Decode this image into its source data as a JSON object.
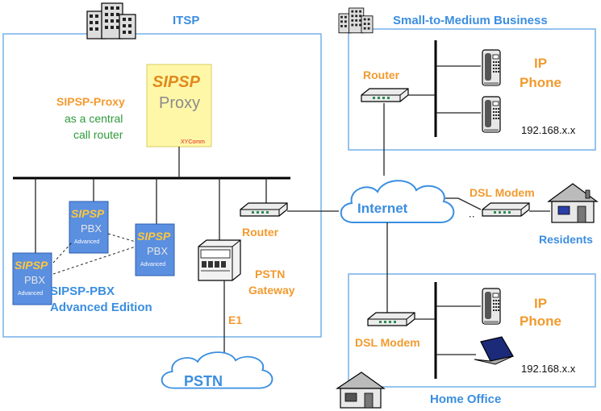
{
  "regions": {
    "itsp": "ITSP",
    "smb": "Small-to-Medium  Business",
    "residents": "Residents",
    "home_office": "Home Office"
  },
  "proxy": {
    "logo_top": "SIPSP",
    "logo_bottom": "Proxy",
    "vendor": "XYComm",
    "title": "SIPSP-Proxy",
    "desc1": "as a central",
    "desc2": "call router"
  },
  "pbx": {
    "logo_top": "SIPSP",
    "logo_bottom": "PBX",
    "edition_small": "Advanced",
    "title1": "SIPSP-PBX",
    "title2": "Advanced Edition"
  },
  "devices": {
    "router_itsp": "Router",
    "router_smb": "Router",
    "pstn_gateway1": "PSTN",
    "pstn_gateway2": "Gateway",
    "e1": "E1",
    "dsl_modem_res": "DSL Modem",
    "dsl_modem_home": "DSL Modem"
  },
  "clouds": {
    "internet": "Internet",
    "pstn": "PSTN"
  },
  "phones": {
    "smb_label1": "IP",
    "smb_label2": "Phone",
    "smb_ip": "192.168.x.x",
    "home_label1": "IP",
    "home_label2": "Phone",
    "home_ip": "192.168.x.x"
  },
  "icons": [
    "building-icon",
    "proxy-box-icon",
    "pbx-box-icon",
    "router-icon",
    "ip-phone-icon",
    "cloud-icon",
    "pstn-gateway-icon",
    "dsl-modem-icon",
    "house-icon",
    "laptop-icon"
  ],
  "colors": {
    "blue_label": "#3a8ee0",
    "orange_label": "#f29a2e",
    "green_label": "#2e9a3a",
    "frame": "#7cb6ea",
    "proxy_box": "#fff7a8",
    "pbx_box": "#5b8fe0"
  }
}
